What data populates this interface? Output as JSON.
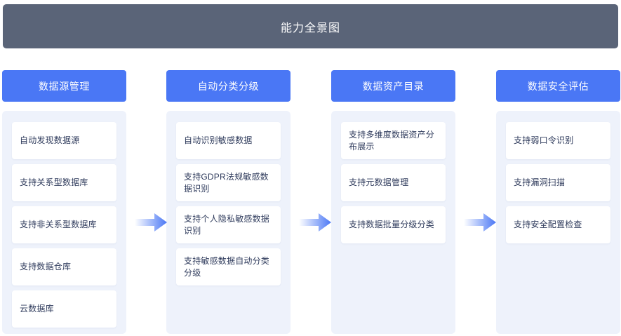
{
  "banner": {
    "title": "能力全景图"
  },
  "colors": {
    "banner_bg": "#5a6478",
    "column_header_bg": "#4a77f5",
    "column_body_bg": "#eef2fb",
    "card_bg": "#ffffff",
    "card_text": "#2f3b5c",
    "arrow_start": "#ffffff",
    "arrow_end": "#4a77f5"
  },
  "columns": [
    {
      "header": "数据源管理",
      "items": [
        "自动发现数据源",
        "支持关系型数据库",
        "支持非关系型数据库",
        "支持数据仓库",
        "云数据库"
      ]
    },
    {
      "header": "自动分类分级",
      "items": [
        "自动识别敏感数据",
        "支持GDPR法规敏感数据识别",
        "支持个人隐私敏感数据识别",
        "支持敏感数据自动分类分级"
      ]
    },
    {
      "header": "数据资产目录",
      "items": [
        "支持多维度数据资产分布展示",
        "支持元数据管理",
        "支持数据批量分级分类"
      ]
    },
    {
      "header": "数据安全评估",
      "items": [
        "支持弱口令识别",
        "支持漏洞扫描",
        "支持安全配置检查"
      ]
    }
  ],
  "arrows": [
    {
      "name": "flow-arrow-1"
    },
    {
      "name": "flow-arrow-2"
    },
    {
      "name": "flow-arrow-3"
    }
  ]
}
